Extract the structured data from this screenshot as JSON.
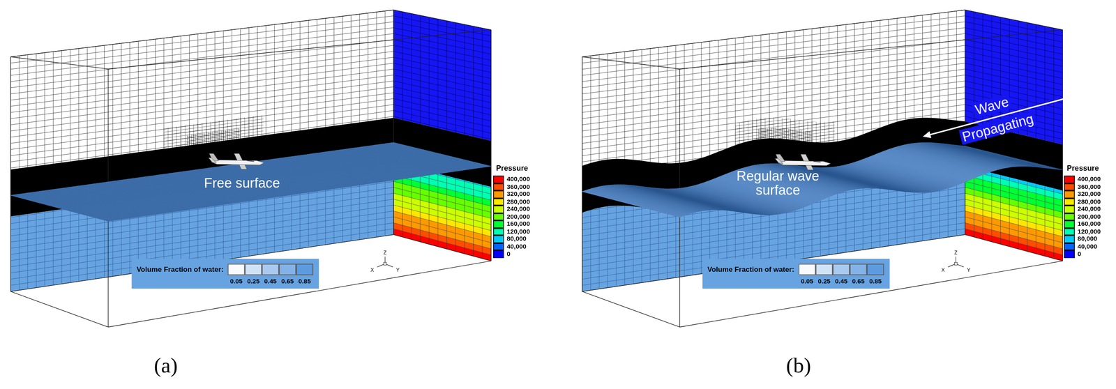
{
  "diagram": {
    "labels": [
      "Free surface",
      "Pressure",
      "Volume Fraction of water:",
      "Z",
      "X",
      "Y",
      "(a)",
      "Regular wave surface",
      "Wave Propagating",
      "Pressure",
      "Volume Fraction of water:",
      "Z",
      "X",
      "Y",
      "(b)"
    ],
    "legend": [
      {
        "text": "400,000",
        "color": "#ff0000"
      },
      {
        "text": "360,000",
        "color": "#ff4d00"
      },
      {
        "text": "320,000",
        "color": "#ff9900"
      },
      {
        "text": "280,000",
        "color": "#ffe600"
      },
      {
        "text": "240,000",
        "color": "#ccff00"
      },
      {
        "text": "200,000",
        "color": "#66ff00"
      },
      {
        "text": "160,000",
        "color": "#00ff33"
      },
      {
        "text": "120,000",
        "color": "#00ffb3"
      },
      {
        "text": "80,000",
        "color": "#00ccff"
      },
      {
        "text": "40,000",
        "color": "#0066ff"
      },
      {
        "text": "0",
        "color": "#0000ff"
      },
      {
        "text": "0.05",
        "color": "#f7fbff"
      },
      {
        "text": "0.25",
        "color": "#d0e2f6"
      },
      {
        "text": "0.45",
        "color": "#a9c9ee"
      },
      {
        "text": "0.65",
        "color": "#83b2e6"
      },
      {
        "text": "0.85",
        "color": "#5d9be0"
      },
      {
        "text": "400,000",
        "color": "#ff0000"
      },
      {
        "text": "360,000",
        "color": "#ff4d00"
      },
      {
        "text": "320,000",
        "color": "#ff9900"
      },
      {
        "text": "280,000",
        "color": "#ffe600"
      },
      {
        "text": "240,000",
        "color": "#ccff00"
      },
      {
        "text": "200,000",
        "color": "#66ff00"
      },
      {
        "text": "160,000",
        "color": "#00ff33"
      },
      {
        "text": "120,000",
        "color": "#00ffb3"
      },
      {
        "text": "80,000",
        "color": "#00ccff"
      },
      {
        "text": "40,000",
        "color": "#0066ff"
      },
      {
        "text": "0",
        "color": "#0000ff"
      },
      {
        "text": "0.05",
        "color": "#f7fbff"
      },
      {
        "text": "0.25",
        "color": "#d0e2f6"
      },
      {
        "text": "0.45",
        "color": "#a9c9ee"
      },
      {
        "text": "0.65",
        "color": "#83b2e6"
      },
      {
        "text": "0.85",
        "color": "#5d9be0"
      }
    ]
  }
}
